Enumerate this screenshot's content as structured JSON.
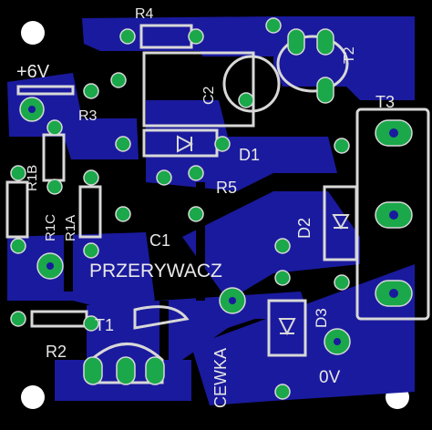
{
  "title_text": "PRZERYWACZ",
  "labels": {
    "plus6v": "+6V",
    "zero_v": "0V",
    "cewka": "CEWKA",
    "r1": "R1B",
    "r1c": "R1C",
    "r1a": "R1A",
    "r2": "R2",
    "r3": "R3",
    "r4": "R4",
    "r5": "R5",
    "c1": "C1",
    "c2": "C2",
    "d1": "D1",
    "d2": "D2",
    "d3": "D3",
    "t1": "T1",
    "t2": "T2",
    "t3": "T3"
  },
  "colors": {
    "background": "#000000",
    "copper": "#1a1a9e",
    "copper_dark": "#0c0c70",
    "pad": "#1aa84a",
    "silkscreen": "#d8d8d8",
    "mounting_hole": "#ffffff"
  }
}
